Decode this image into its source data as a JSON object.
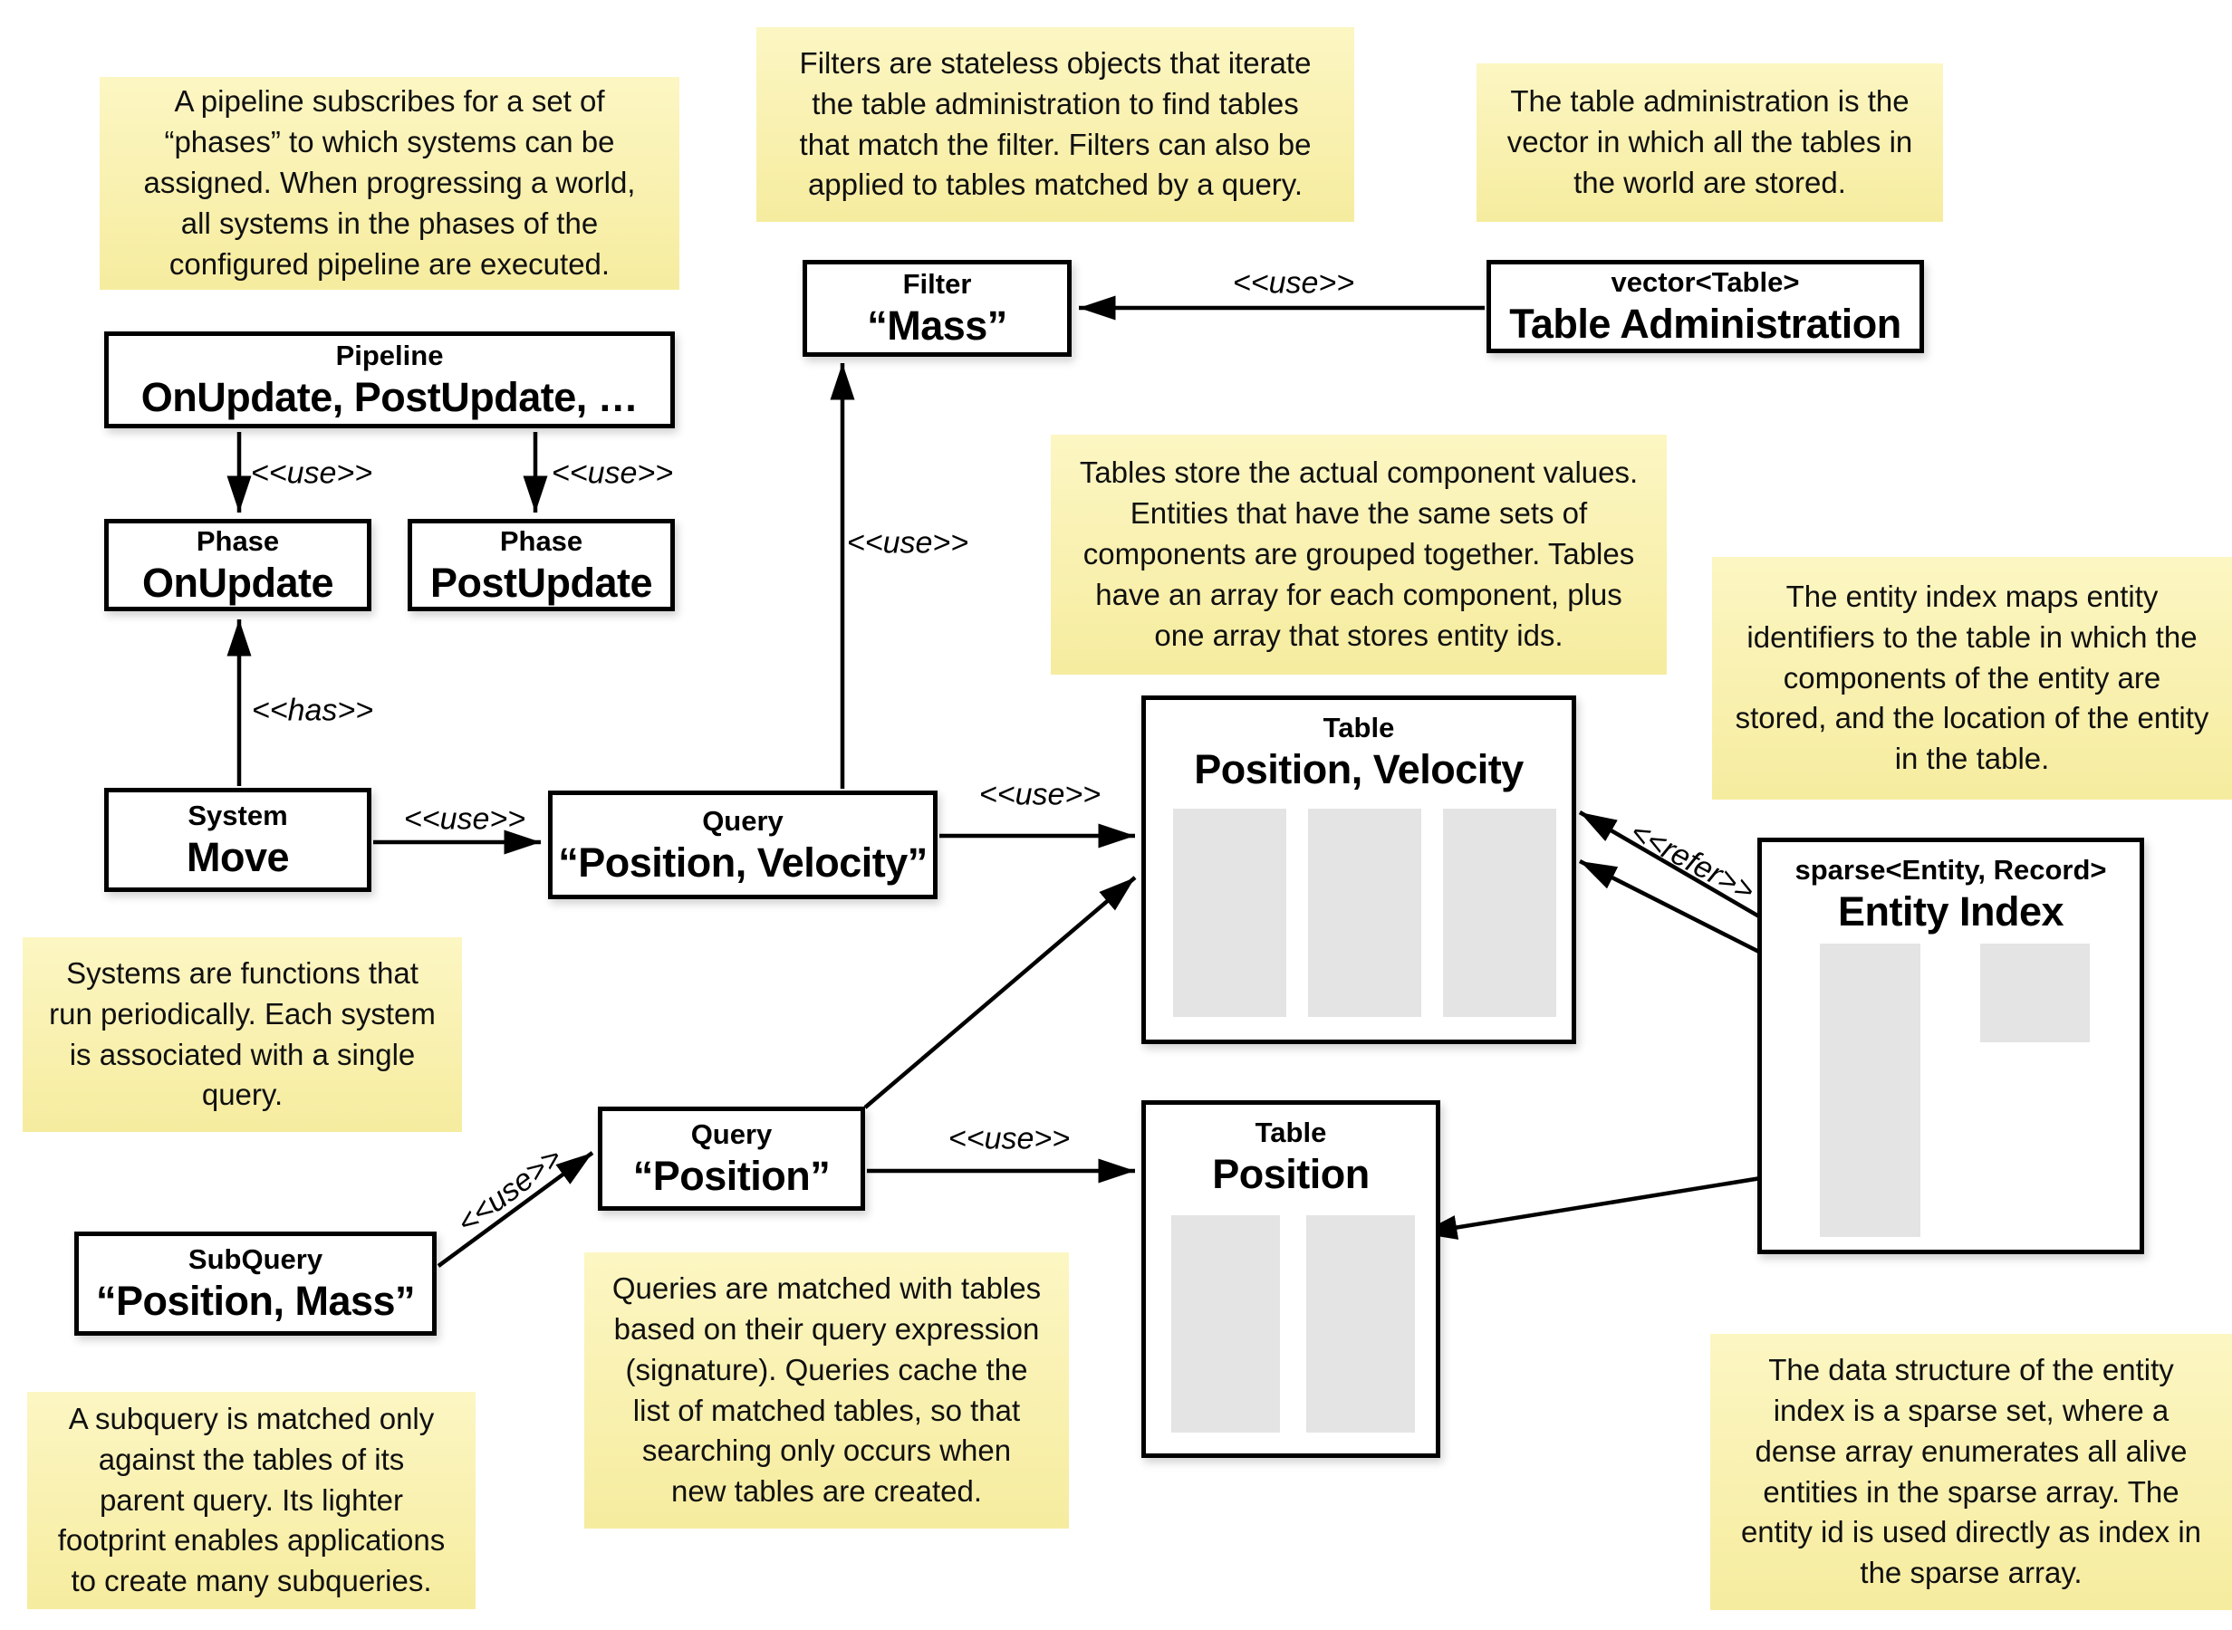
{
  "nodes": {
    "pipeline": {
      "type": "Pipeline",
      "name": "OnUpdate, PostUpdate, …"
    },
    "phase_onupdate": {
      "type": "Phase",
      "name": "OnUpdate"
    },
    "phase_postupdate": {
      "type": "Phase",
      "name": "PostUpdate"
    },
    "system_move": {
      "type": "System",
      "name": "Move"
    },
    "query_pv": {
      "type": "Query",
      "name": "“Position, Velocity”"
    },
    "filter_mass": {
      "type": "Filter",
      "name": "“Mass”"
    },
    "table_admin": {
      "type": "vector<Table>",
      "name": "Table Administration"
    },
    "query_pos": {
      "type": "Query",
      "name": "“Position”"
    },
    "subquery": {
      "type": "SubQuery",
      "name": "“Position, Mass”"
    },
    "table_pv": {
      "type": "Table",
      "name": "Position, Velocity"
    },
    "table_pos": {
      "type": "Table",
      "name": "Position"
    },
    "entity_index": {
      "type": "sparse<Entity, Record>",
      "name": "Entity Index"
    }
  },
  "edge_labels": {
    "pipeline_onupdate": "<<use>>",
    "pipeline_postupdate": "<<use>>",
    "move_onupdate": "<<has>>",
    "move_querypv": "<<use>>",
    "querypv_filter": "<<use>>",
    "admin_filter": "<<use>>",
    "querypv_tablepv": "<<use>>",
    "subquery_querypos": "<<use>>",
    "querypos_tablepos": "<<use>>",
    "entity_refer": "<<refer>>"
  },
  "notes": {
    "pipeline": "A pipeline subscribes for a set of\n“phases” to which systems can be\nassigned. When progressing a world,\nall systems in the phases of the\nconfigured pipeline are executed.",
    "filters": "Filters are stateless objects that iterate\nthe table administration to find tables\nthat match the filter. Filters can also be\napplied to tables matched by a query.",
    "table_admin": "The table administration is the\nvector in which all the tables in\nthe world are stored.",
    "tables": "Tables store the actual component values.\nEntities that have the same sets of\ncomponents are grouped together. Tables\nhave an array for each component, plus\none array that stores entity ids.",
    "entity_index": "The entity index maps entity\nidentifiers to the table in which the\ncomponents of the entity are\nstored, and the location of the entity\nin the table.",
    "systems": "Systems are functions that\nrun periodically. Each system\nis associated with a single\nquery.",
    "queries": "Queries are matched with tables\nbased on their query expression\n(signature). Queries cache the\nlist of matched tables, so that\nsearching only occurs when\nnew tables are created.",
    "subquery": "A subquery is matched only\nagainst the tables of its\nparent query. Its lighter\nfootprint enables applications\nto create many subqueries.",
    "sparse_set": "The data structure of the entity\nindex is a sparse set, where a\ndense array enumerates all alive\nentities in the sparse array. The\nentity id is used directly as index in\nthe sparse array."
  }
}
